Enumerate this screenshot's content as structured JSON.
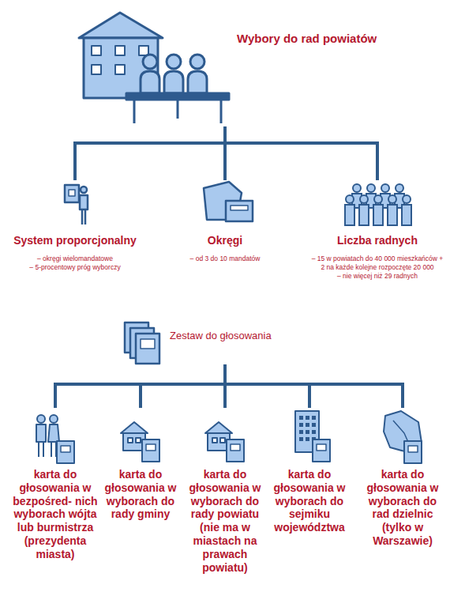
{
  "diagram": {
    "nodes": [
      {
        "text": [
          "Wybory do rad powiatów"
        ]
      },
      {
        "text": [
          "System proporcjonalny",
          "– okręgi wielomandatowe",
          "– 5-procentowy próg wyborczy"
        ]
      },
      {
        "text": [
          "Okręgi",
          "– od 3 do 10 mandatów"
        ]
      },
      {
        "text": [
          "Liczba radnych",
          "– 15 w powiatach do 40 000 mieszkańców + 2 na każde kolejne rozpoczęte 20 000",
          "– nie więcej niż 29 radnych"
        ]
      },
      {
        "text": [
          "Zestaw do głosowania"
        ]
      },
      {
        "text": [
          "karta do głosowania w bezpośred- nich wyborach wójta lub burmistrza (prezydenta miasta)"
        ]
      },
      {
        "text": [
          "karta do głosowania w wyborach do rady gminy"
        ]
      },
      {
        "text": [
          "karta do głosowania w wyborach do rady powiatu (nie ma w miastach na prawach powiatu)"
        ]
      },
      {
        "text": [
          "karta do głosowania w wyborach do sejmiku województwa"
        ]
      },
      {
        "text": [
          "karta do głosowania w wyborach do rad dzielnic (tylko w Warszawie)"
        ]
      }
    ],
    "edges": [
      {
        "from": 0,
        "to": 1,
        "arrow": "none"
      },
      {
        "from": 0,
        "to": 2,
        "arrow": "none"
      },
      {
        "from": 0,
        "to": 3,
        "arrow": "none"
      },
      {
        "from": 4,
        "to": 5,
        "arrow": "none"
      },
      {
        "from": 4,
        "to": 6,
        "arrow": "none"
      },
      {
        "from": 4,
        "to": 7,
        "arrow": "none"
      },
      {
        "from": 4,
        "to": 8,
        "arrow": "none"
      },
      {
        "from": 4,
        "to": 9,
        "arrow": "none"
      }
    ]
  }
}
